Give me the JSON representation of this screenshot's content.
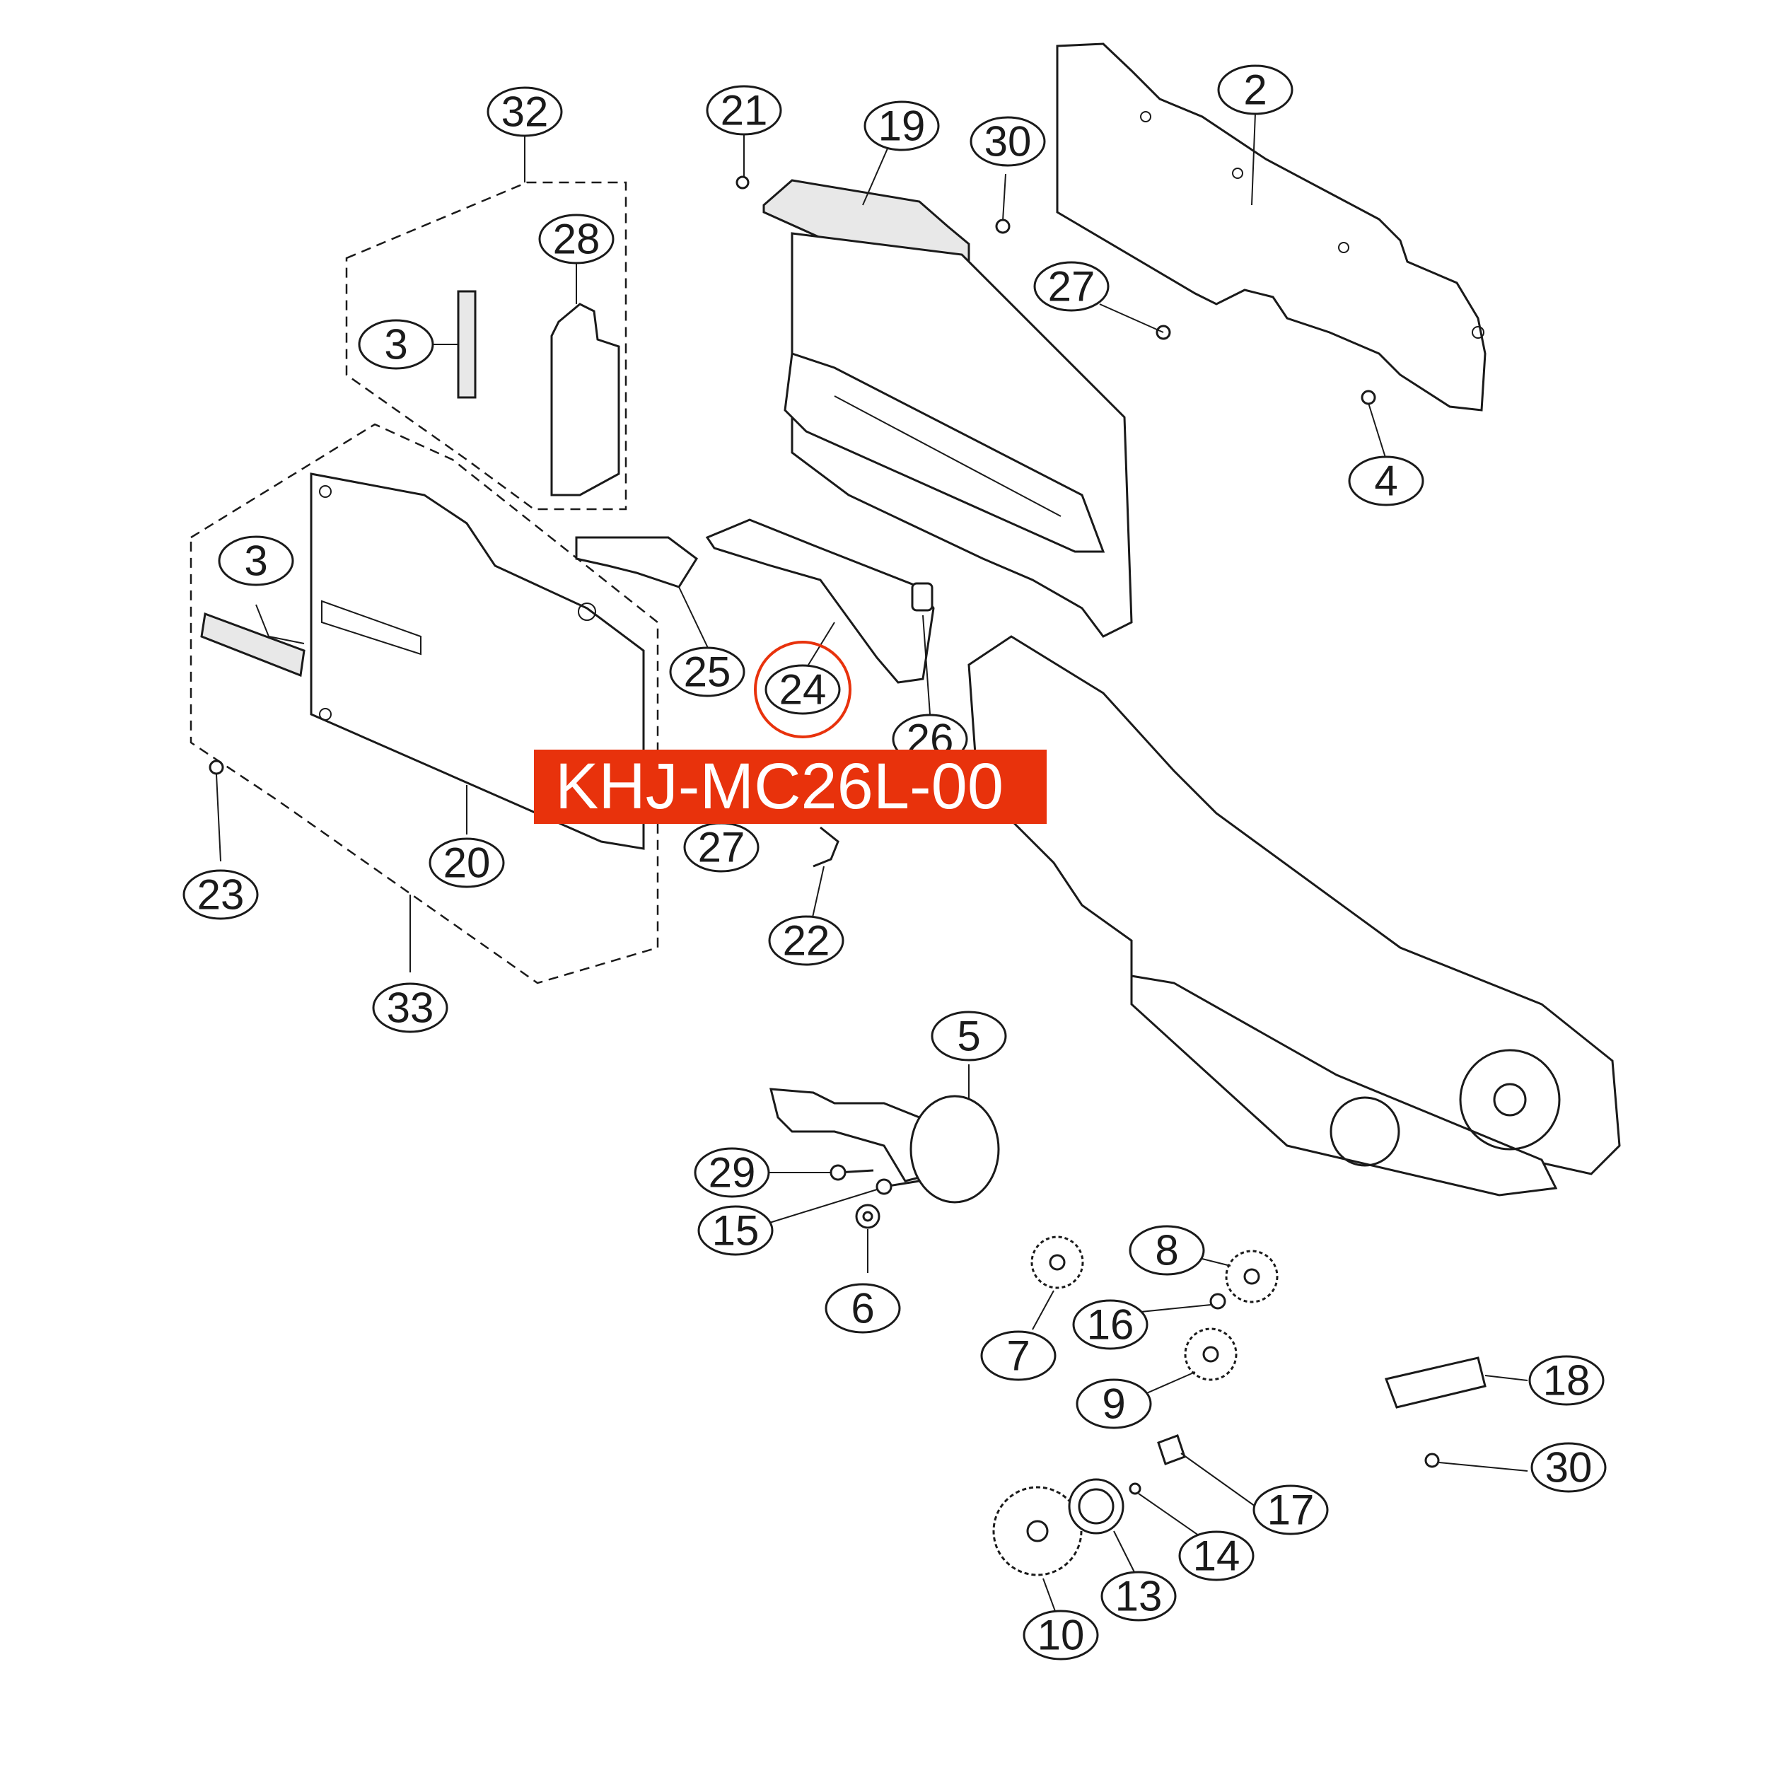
{
  "part_code": "KHJ-MC26L-00",
  "highlight_color": "#e8320c",
  "highlighted_callout": "24",
  "callouts": [
    "32",
    "21",
    "19",
    "30",
    "2",
    "28",
    "27",
    "3",
    "4",
    "3",
    "25",
    "24",
    "26",
    "23",
    "20",
    "27",
    "22",
    "33",
    "5",
    "29",
    "15",
    "8",
    "6",
    "16",
    "7",
    "9",
    "18",
    "30",
    "17",
    "14",
    "13",
    "10"
  ]
}
